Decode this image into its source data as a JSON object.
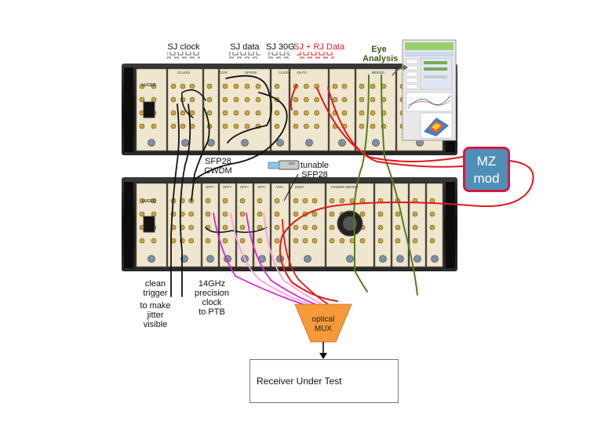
{
  "labels": {
    "sj_clock": "SJ clock",
    "sj_data": "SJ data",
    "sj_30g": "SJ 30G",
    "sj_rj_data": "SJ + RJ Data",
    "eye_analysis": [
      "Eye",
      "Analysis"
    ],
    "sfp28_cwdm": [
      "SFP28",
      "CWDM"
    ],
    "tunable_sfp28": [
      "tunable",
      "SFP28"
    ],
    "clean_trigger": [
      "clean",
      "trigger",
      "to make",
      "jitter",
      "visible"
    ],
    "precision_clock": [
      "14GHz",
      "precision",
      "clock",
      "to PTB"
    ],
    "mz_mod": [
      "MZ",
      "mod"
    ],
    "optical_mux": [
      "optical",
      "MUX"
    ],
    "receiver_under_test": "Receiver Under Test"
  },
  "chassis": {
    "brand": "LUCEO",
    "top_modules": [
      "JCLK20",
      "CDIS",
      "SPSG8",
      "CLKDA",
      "JSATA",
      "BB2020"
    ],
    "bottom_modules": [
      "SFP+",
      "SFP+",
      "SFP+",
      "SFP+",
      "VOA",
      "OSW",
      "POWER METER"
    ]
  },
  "colors": {
    "chassis_frame": "#1a1a1a",
    "panel": "#efe6cf",
    "cable_red": "#e0191e",
    "cable_black": "#111111",
    "cable_green": "#5a7a20",
    "cable_magenta": "#d42ad4",
    "cable_pink": "#ff9fd8",
    "mz_fill": "#4e8fb8",
    "mz_border": "#d6174a",
    "mux_fill": "#f59a3a"
  }
}
